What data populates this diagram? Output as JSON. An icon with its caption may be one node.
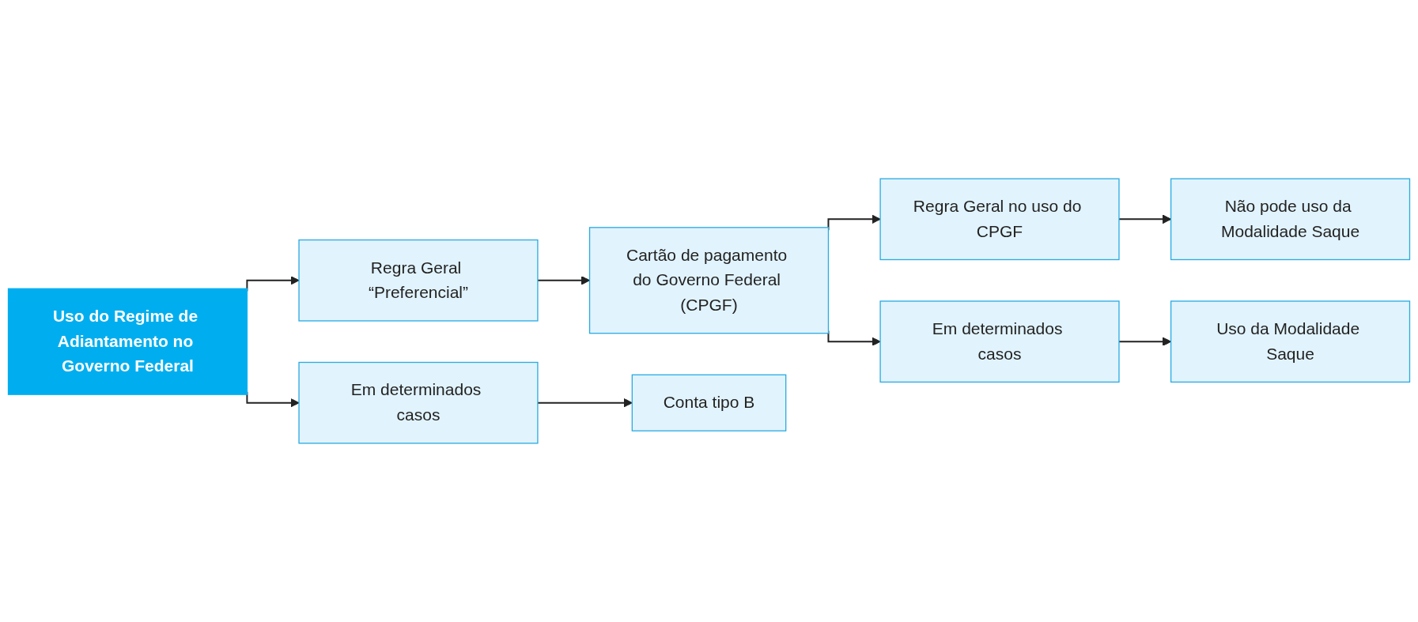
{
  "diagram": {
    "nodes": [
      {
        "text": [
          "Uso do Regime de Adiantamento no Governo Federal"
        ]
      },
      {
        "text": [
          "Regra Geral “Preferencial”"
        ]
      },
      {
        "text": [
          "Em determinados casos"
        ]
      },
      {
        "text": [
          "Cartão de pagamento do Governo Federal (CPGF)"
        ]
      },
      {
        "text": [
          "Conta tipo B"
        ]
      },
      {
        "text": [
          "Regra Geral no uso do CPGF"
        ]
      },
      {
        "text": [
          "Em determinados casos"
        ]
      },
      {
        "text": [
          "Não pode uso da Modalidade Saque"
        ]
      },
      {
        "text": [
          "Uso da Modalidade Saque"
        ]
      }
    ],
    "edges": [
      {
        "from": 0,
        "to": 1,
        "arrow": "to"
      },
      {
        "from": 0,
        "to": 2,
        "arrow": "to"
      },
      {
        "from": 1,
        "to": 3,
        "arrow": "to"
      },
      {
        "from": 2,
        "to": 4,
        "arrow": "to"
      },
      {
        "from": 3,
        "to": 5,
        "arrow": "to"
      },
      {
        "from": 3,
        "to": 6,
        "arrow": "to"
      },
      {
        "from": 5,
        "to": 7,
        "arrow": "to"
      },
      {
        "from": 6,
        "to": 8,
        "arrow": "to"
      }
    ]
  }
}
